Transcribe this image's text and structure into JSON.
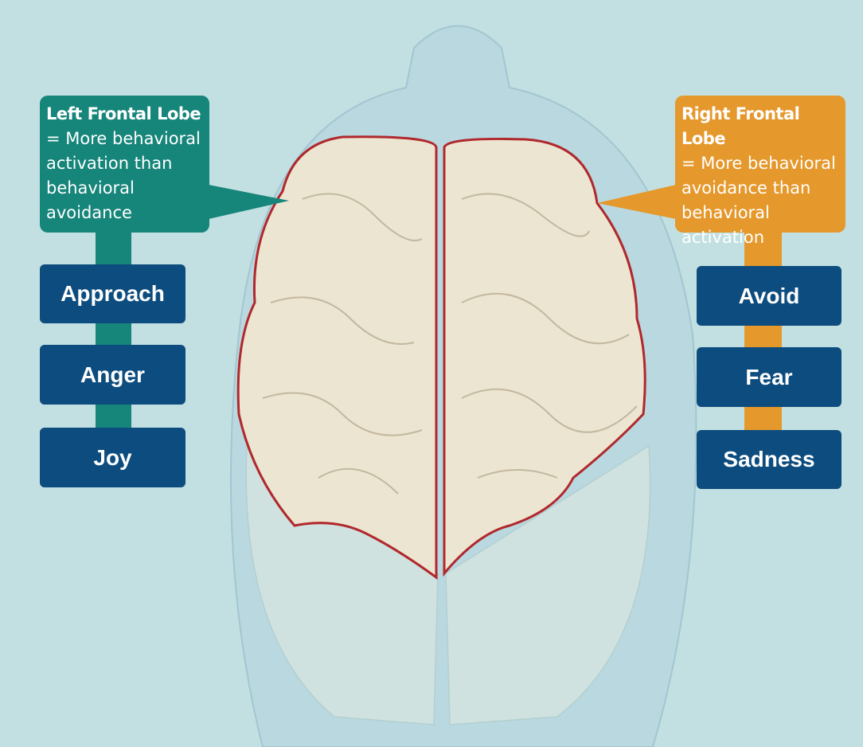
{
  "left_lobe": {
    "title": "Left Frontal Lobe",
    "description": "= More behavioral activation than behavioral avoidance",
    "color": "#16857a",
    "emotions": [
      "Approach",
      "Anger",
      "Joy"
    ]
  },
  "right_lobe": {
    "title": "Right Frontal Lobe",
    "description": "= More behavioral avoidance than behavioral activation",
    "color": "#e5982b",
    "emotions": [
      "Avoid",
      "Fear",
      "Sadness"
    ]
  },
  "colors": {
    "background": "#c2e0e2",
    "label_box": "#0d4c7e",
    "brain": "#ece5d2",
    "outline": "#b0282c"
  }
}
